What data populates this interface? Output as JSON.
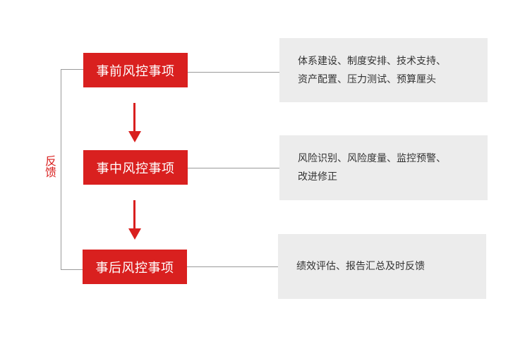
{
  "feedback_label": "反馈",
  "colors": {
    "accent": "#d9201f",
    "panel": "#ececec",
    "line": "#9a9a9a",
    "text": "#333333"
  },
  "stages": [
    {
      "label": "事前风控事项",
      "description": "体系建设、制度安排、技术支持、\n资产配置、压力测试、预算厘头"
    },
    {
      "label": "事中风控事项",
      "description": "风险识别、风险度量、监控预警、\n改进修正"
    },
    {
      "label": "事后风控事项",
      "description": "绩效评估、报告汇总及时反馈"
    }
  ]
}
